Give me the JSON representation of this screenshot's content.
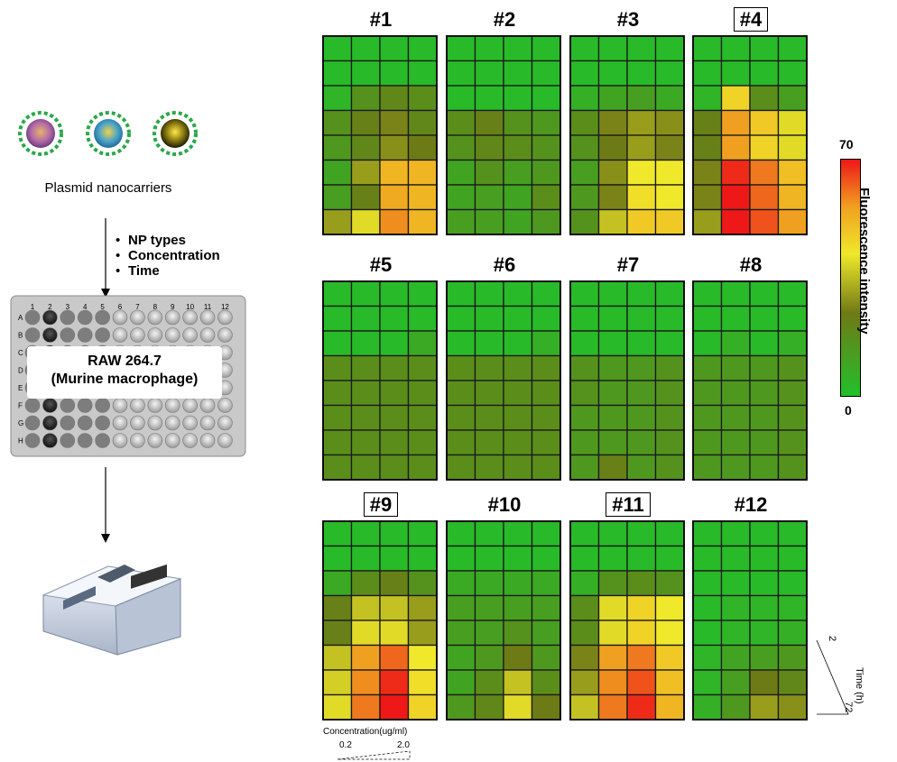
{
  "left": {
    "nanocarriers_label": "Plasmid nanocarriers",
    "factors": [
      "NP types",
      "Concentration",
      "Time"
    ],
    "plate_label_line1": "RAW 264.7",
    "plate_label_line2": "(Murine macrophage)",
    "plate_columns": [
      "1",
      "2",
      "3",
      "4",
      "5",
      "6",
      "7",
      "8",
      "9",
      "10",
      "11",
      "12"
    ],
    "plate_rows": [
      "A",
      "B",
      "C",
      "D",
      "E",
      "F",
      "G",
      "H"
    ]
  },
  "colorbar": {
    "title": "Fluorescence intensity",
    "max_label": "70",
    "min_label": "0",
    "colors": [
      "#22c02a",
      "#6f7a16",
      "#f0e82a",
      "#f0a020",
      "#ee1818"
    ]
  },
  "time_axis": {
    "label": "Time (h)",
    "start": "2",
    "end": "72"
  },
  "conc_axis": {
    "label": "Concentration(ug/ml)",
    "start": "0.2",
    "end": "2.0"
  },
  "chart_data": {
    "type": "heatmap",
    "title": "",
    "value_range": [
      0,
      70
    ],
    "rows_label": "Time (h)",
    "cols_label": "Concentration(ug/ml)",
    "panels": [
      {
        "name": "#1",
        "highlighted": false,
        "values": [
          [
            2,
            2,
            2,
            2
          ],
          [
            2,
            2,
            2,
            2
          ],
          [
            4,
            16,
            20,
            18
          ],
          [
            16,
            22,
            26,
            20
          ],
          [
            14,
            20,
            28,
            24
          ],
          [
            10,
            30,
            52,
            52
          ],
          [
            12,
            22,
            54,
            52
          ],
          [
            30,
            40,
            58,
            52
          ]
        ]
      },
      {
        "name": "#2",
        "highlighted": false,
        "values": [
          [
            2,
            2,
            2,
            2
          ],
          [
            2,
            2,
            2,
            2
          ],
          [
            2,
            2,
            2,
            2
          ],
          [
            18,
            22,
            16,
            14
          ],
          [
            16,
            20,
            18,
            16
          ],
          [
            10,
            16,
            12,
            14
          ],
          [
            10,
            12,
            10,
            18
          ],
          [
            12,
            12,
            10,
            14
          ]
        ]
      },
      {
        "name": "#3",
        "highlighted": false,
        "values": [
          [
            2,
            2,
            2,
            2
          ],
          [
            2,
            2,
            2,
            2
          ],
          [
            6,
            10,
            12,
            8
          ],
          [
            18,
            26,
            30,
            28
          ],
          [
            16,
            24,
            30,
            26
          ],
          [
            12,
            28,
            42,
            42
          ],
          [
            14,
            26,
            44,
            42
          ],
          [
            16,
            36,
            48,
            48
          ]
        ]
      },
      {
        "name": "#4",
        "highlighted": true,
        "values": [
          [
            2,
            2,
            2,
            2
          ],
          [
            2,
            2,
            2,
            2
          ],
          [
            4,
            46,
            18,
            12
          ],
          [
            22,
            56,
            48,
            40
          ],
          [
            22,
            56,
            46,
            40
          ],
          [
            26,
            68,
            60,
            50
          ],
          [
            26,
            70,
            62,
            52
          ],
          [
            30,
            70,
            64,
            56
          ]
        ]
      },
      {
        "name": "#5",
        "highlighted": false,
        "values": [
          [
            2,
            2,
            2,
            2
          ],
          [
            2,
            2,
            2,
            2
          ],
          [
            2,
            2,
            2,
            8
          ],
          [
            18,
            18,
            18,
            18
          ],
          [
            18,
            18,
            18,
            18
          ],
          [
            18,
            18,
            18,
            18
          ],
          [
            18,
            18,
            18,
            18
          ],
          [
            18,
            18,
            18,
            18
          ]
        ]
      },
      {
        "name": "#6",
        "highlighted": false,
        "values": [
          [
            2,
            2,
            2,
            2
          ],
          [
            2,
            2,
            2,
            2
          ],
          [
            2,
            2,
            2,
            6
          ],
          [
            18,
            18,
            18,
            18
          ],
          [
            18,
            18,
            18,
            18
          ],
          [
            18,
            18,
            18,
            18
          ],
          [
            18,
            18,
            18,
            18
          ],
          [
            18,
            18,
            18,
            18
          ]
        ]
      },
      {
        "name": "#7",
        "highlighted": false,
        "values": [
          [
            2,
            2,
            2,
            2
          ],
          [
            2,
            2,
            2,
            2
          ],
          [
            2,
            2,
            2,
            2
          ],
          [
            16,
            14,
            14,
            16
          ],
          [
            16,
            14,
            14,
            16
          ],
          [
            14,
            14,
            14,
            16
          ],
          [
            14,
            14,
            14,
            16
          ],
          [
            14,
            22,
            14,
            16
          ]
        ]
      },
      {
        "name": "#8",
        "highlighted": false,
        "values": [
          [
            2,
            2,
            2,
            2
          ],
          [
            2,
            2,
            2,
            2
          ],
          [
            2,
            6,
            2,
            6
          ],
          [
            14,
            14,
            14,
            16
          ],
          [
            14,
            14,
            14,
            16
          ],
          [
            14,
            14,
            14,
            16
          ],
          [
            14,
            14,
            14,
            16
          ],
          [
            14,
            14,
            14,
            16
          ]
        ]
      },
      {
        "name": "#9",
        "highlighted": true,
        "values": [
          [
            2,
            2,
            2,
            2
          ],
          [
            2,
            2,
            2,
            2
          ],
          [
            8,
            18,
            22,
            16
          ],
          [
            22,
            36,
            36,
            30
          ],
          [
            22,
            40,
            40,
            30
          ],
          [
            36,
            56,
            62,
            42
          ],
          [
            38,
            58,
            68,
            44
          ],
          [
            40,
            60,
            70,
            46
          ]
        ]
      },
      {
        "name": "#10",
        "highlighted": false,
        "values": [
          [
            2,
            2,
            2,
            2
          ],
          [
            2,
            2,
            2,
            2
          ],
          [
            8,
            8,
            8,
            8
          ],
          [
            12,
            12,
            12,
            12
          ],
          [
            12,
            12,
            16,
            12
          ],
          [
            10,
            14,
            24,
            14
          ],
          [
            10,
            18,
            36,
            18
          ],
          [
            14,
            20,
            40,
            24
          ]
        ]
      },
      {
        "name": "#11",
        "highlighted": true,
        "values": [
          [
            2,
            2,
            2,
            2
          ],
          [
            2,
            2,
            2,
            2
          ],
          [
            6,
            16,
            18,
            16
          ],
          [
            18,
            40,
            46,
            42
          ],
          [
            18,
            40,
            46,
            42
          ],
          [
            26,
            56,
            60,
            48
          ],
          [
            30,
            58,
            64,
            50
          ],
          [
            36,
            60,
            68,
            52
          ]
        ]
      },
      {
        "name": "#12",
        "highlighted": false,
        "values": [
          [
            2,
            2,
            2,
            2
          ],
          [
            2,
            2,
            2,
            2
          ],
          [
            2,
            2,
            2,
            2
          ],
          [
            2,
            4,
            4,
            4
          ],
          [
            2,
            4,
            4,
            6
          ],
          [
            4,
            10,
            12,
            14
          ],
          [
            4,
            12,
            24,
            20
          ],
          [
            6,
            14,
            30,
            28
          ]
        ]
      }
    ]
  }
}
